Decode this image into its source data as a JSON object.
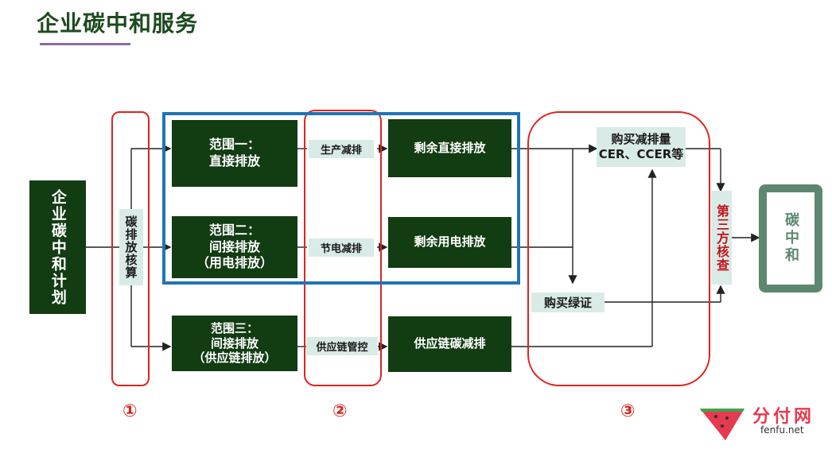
{
  "title": "企业碳中和服务",
  "left_box": "企业碳中和计划",
  "accounting": "碳排放核算",
  "scopes": [
    {
      "line1": "范围一：",
      "line2": "直接排放",
      "line3": ""
    },
    {
      "line1": "范围二：",
      "line2": "间接排放",
      "line3": "（用电排放）"
    },
    {
      "line1": "范围三：",
      "line2": "间接排放",
      "line3": "（供应链排放）"
    }
  ],
  "reductions": [
    "生产减排",
    "节电减排",
    "供应链管控"
  ],
  "remaining": [
    "剩余直接排放",
    "剩余用电排放",
    "供应链碳减排"
  ],
  "buy_credits": {
    "line1": "购买减排量",
    "line2": "CER、CCER等"
  },
  "buy_green": "购买绿证",
  "verification": "第三方核查",
  "result": "碳中和",
  "markers": [
    "①",
    "②",
    "③"
  ],
  "watermark": {
    "brand": "分付网",
    "site": "fenfu.net"
  },
  "colors": {
    "dark_green": "#123c12",
    "light_box": "#d9ebe6",
    "red_outline": "#e0231f",
    "blue_outline": "#1f74b8",
    "accent_text": "#c0141b"
  }
}
